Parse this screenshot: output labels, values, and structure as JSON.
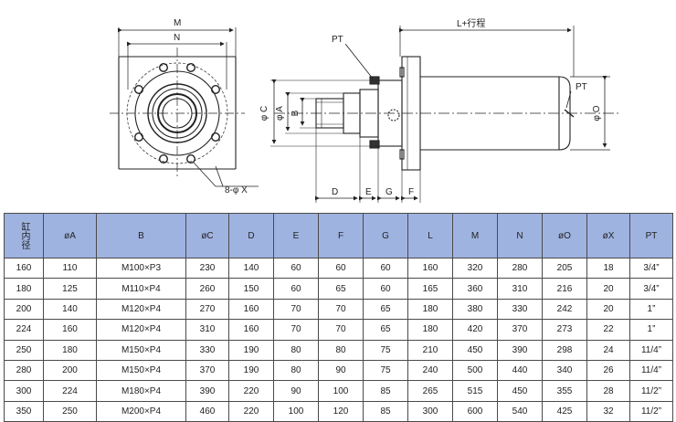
{
  "drawing": {
    "labels": {
      "m": "M",
      "n": "N",
      "bolt_holes": "8-φ X",
      "pt_left": "PT",
      "stroke": "L+行程",
      "pt_right": "PT",
      "phi_c": "φ C",
      "phi_a": "φ A",
      "b": "B",
      "phi_o": "φ O",
      "d": "D",
      "e": "E",
      "g": "G",
      "f": "F"
    }
  },
  "table": {
    "headers": [
      "缸内径",
      "øA",
      "B",
      "øC",
      "D",
      "E",
      "F",
      "G",
      "L",
      "M",
      "N",
      "øO",
      "øX",
      "PT"
    ],
    "rows": [
      [
        "160",
        "110",
        "M100×P3",
        "230",
        "140",
        "60",
        "60",
        "60",
        "160",
        "320",
        "280",
        "205",
        "18",
        "3/4”"
      ],
      [
        "180",
        "125",
        "M110×P4",
        "260",
        "150",
        "60",
        "65",
        "60",
        "165",
        "360",
        "310",
        "216",
        "20",
        "3/4”"
      ],
      [
        "200",
        "140",
        "M120×P4",
        "270",
        "160",
        "70",
        "70",
        "65",
        "180",
        "380",
        "330",
        "242",
        "20",
        "1”"
      ],
      [
        "224",
        "160",
        "M120×P4",
        "310",
        "160",
        "70",
        "70",
        "65",
        "180",
        "420",
        "370",
        "273",
        "22",
        "1”"
      ],
      [
        "250",
        "180",
        "M150×P4",
        "330",
        "190",
        "80",
        "80",
        "75",
        "210",
        "450",
        "390",
        "298",
        "24",
        "11/4”"
      ],
      [
        "280",
        "200",
        "M150×P4",
        "370",
        "190",
        "80",
        "90",
        "75",
        "240",
        "500",
        "440",
        "340",
        "26",
        "11/4”"
      ],
      [
        "300",
        "224",
        "M180×P4",
        "390",
        "220",
        "90",
        "100",
        "85",
        "265",
        "515",
        "450",
        "355",
        "28",
        "11/2”"
      ],
      [
        "350",
        "250",
        "M200×P4",
        "460",
        "220",
        "100",
        "120",
        "85",
        "300",
        "600",
        "540",
        "425",
        "32",
        "11/2”"
      ]
    ]
  }
}
